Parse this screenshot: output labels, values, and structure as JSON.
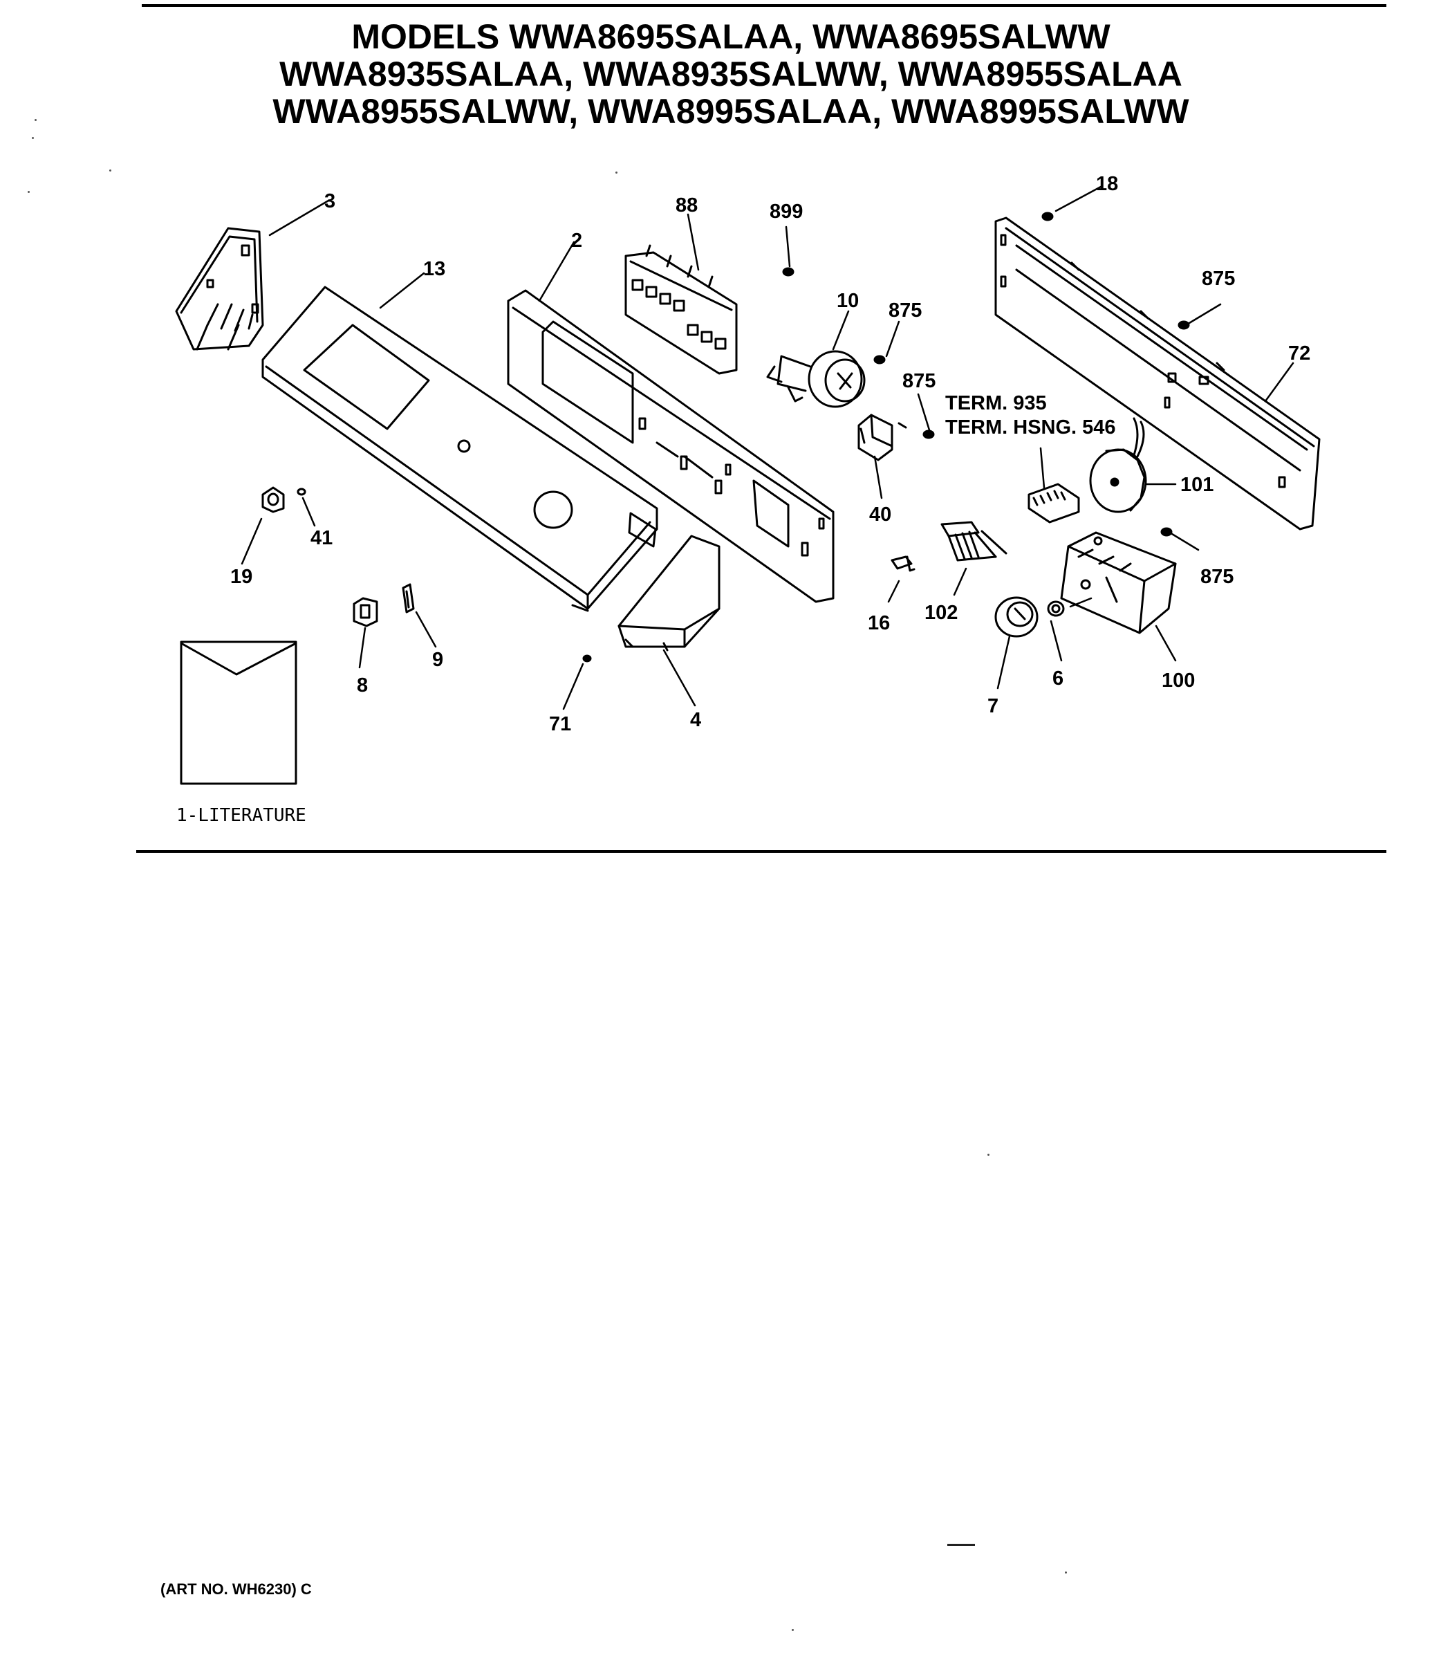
{
  "header": {
    "title_line_1": "MODELS WWA8695SALAA, WWA8695SALWW",
    "title_line_2": "WWA8935SALAA, WWA8935SALWW, WWA8955SALAA",
    "title_line_3": "WWA8955SALWW, WWA8995SALAA, WWA8995SALWW"
  },
  "callouts": {
    "p3": "3",
    "p13": "13",
    "p2": "2",
    "p88": "88",
    "p899": "899",
    "p10": "10",
    "p875a": "875",
    "p875b": "875",
    "p875c": "875",
    "p875d": "875",
    "p18": "18",
    "p72": "72",
    "p101": "101",
    "p40": "40",
    "p19": "19",
    "p41": "41",
    "p8": "8",
    "p9": "9",
    "p71": "71",
    "p4": "4",
    "p16": "16",
    "p102": "102",
    "p7": "7",
    "p6": "6",
    "p100": "100"
  },
  "terminal_labels": {
    "term": "TERM. 935",
    "term_housing": "TERM. HSNG. 546"
  },
  "literature_label": "1-LITERATURE",
  "footer": {
    "art_number": "(ART NO. WH6230) C"
  }
}
